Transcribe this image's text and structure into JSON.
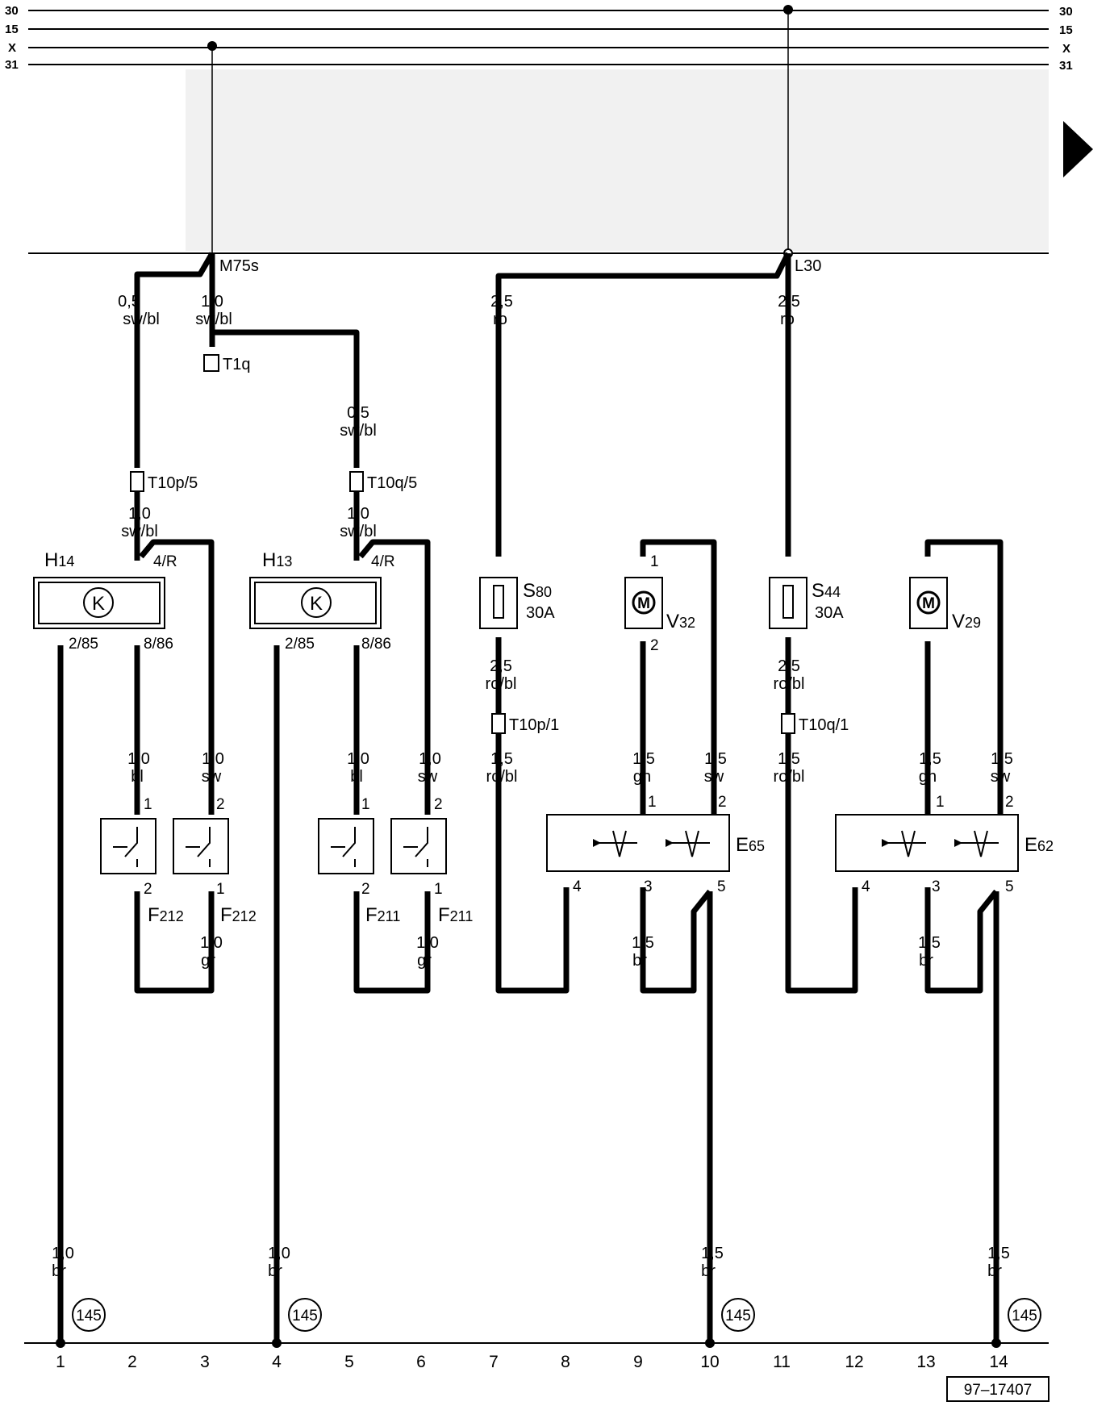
{
  "rails": [
    {
      "left": "30",
      "right": "30"
    },
    {
      "left": "15",
      "right": "15"
    },
    {
      "left": "X",
      "right": "X"
    },
    {
      "left": "31",
      "right": "31"
    }
  ],
  "nodes": {
    "m75s": "M75s",
    "l30": "L30"
  },
  "connectors": {
    "t1q": "T1q",
    "t10p5": "T10p/5",
    "t10q5": "T10q/5",
    "t10p1": "T10p/1",
    "t10q1": "T10q/1"
  },
  "wires": {
    "w_m75s_left": [
      "0,5",
      "sw/bl"
    ],
    "w_m75s_right": [
      "1,0",
      "sw/bl"
    ],
    "w_t1q_branch": [
      "0,5",
      "sw/bl"
    ],
    "w_h14_in": [
      "1,0",
      "sw/bl"
    ],
    "w_h13_in": [
      "1,0",
      "sw/bl"
    ],
    "w_l30_left": [
      "2,5",
      "ro"
    ],
    "w_l30_right": [
      "2,5",
      "ro"
    ],
    "w_s80_out": [
      "2,5",
      "ro/bl"
    ],
    "w_s44_out": [
      "2,5",
      "ro/bl"
    ],
    "w_col2": [
      "1,0",
      "bl"
    ],
    "w_col3": [
      "1,0",
      "sw"
    ],
    "w_col5": [
      "1,0",
      "bl"
    ],
    "w_col6": [
      "1,0",
      "sw"
    ],
    "w_col7": [
      "1,5",
      "ro/bl"
    ],
    "w_col9": [
      "1,5",
      "gn"
    ],
    "w_col10": [
      "1,5",
      "sw"
    ],
    "w_col11": [
      "1,5",
      "ro/bl"
    ],
    "w_col13": [
      "1,5",
      "gn"
    ],
    "w_col14": [
      "1,5",
      "sw"
    ],
    "w_col3_low": [
      "1,0",
      "gr"
    ],
    "w_col6_low": [
      "1,0",
      "gr"
    ],
    "w_col9_low": [
      "1,5",
      "br"
    ],
    "w_col13_low": [
      "1,5",
      "br"
    ],
    "w_gnd1": [
      "1,0",
      "br"
    ],
    "w_gnd4": [
      "1,0",
      "br"
    ],
    "w_gnd10": [
      "1,5",
      "br"
    ],
    "w_gnd14": [
      "1,5",
      "br"
    ]
  },
  "components": {
    "h14": {
      "label": "H",
      "sub": "14",
      "pin_in": "4/R",
      "pin_a": "2/85",
      "pin_b": "8/86"
    },
    "h13": {
      "label": "H",
      "sub": "13",
      "pin_in": "4/R",
      "pin_a": "2/85",
      "pin_b": "8/86"
    },
    "f212a": {
      "label": "F",
      "sub": "212"
    },
    "f212b": {
      "label": "F",
      "sub": "212"
    },
    "f211a": {
      "label": "F",
      "sub": "211"
    },
    "f211b": {
      "label": "F",
      "sub": "211"
    },
    "s80": {
      "label": "S",
      "sub": "80",
      "rating": "30A"
    },
    "s44": {
      "label": "S",
      "sub": "44",
      "rating": "30A"
    },
    "v32": {
      "label": "V",
      "sub": "32",
      "pin_top": "1",
      "pin_bottom": "2",
      "symbol": "M"
    },
    "v29": {
      "label": "V",
      "sub": "29",
      "symbol": "M"
    },
    "e65": {
      "label": "E",
      "sub": "65"
    },
    "e62": {
      "label": "E",
      "sub": "62"
    },
    "relay_symbol": "K"
  },
  "pins": {
    "p1": "1",
    "p2": "2",
    "p3": "3",
    "p4": "4",
    "p5": "5"
  },
  "ground_ref": "145",
  "columns": [
    "1",
    "2",
    "3",
    "4",
    "5",
    "6",
    "7",
    "8",
    "9",
    "10",
    "11",
    "12",
    "13",
    "14"
  ],
  "figure_ref": "97–17407"
}
